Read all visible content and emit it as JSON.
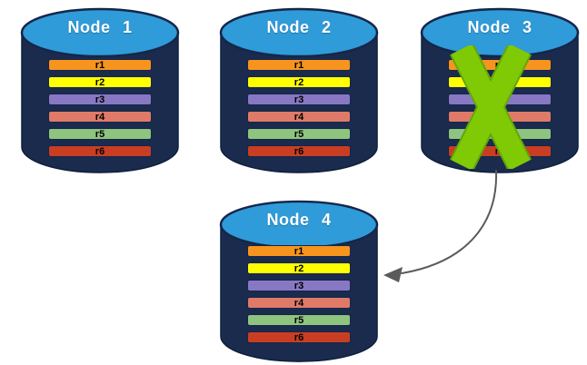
{
  "diagram": {
    "description": "Database replication diagram: Node 3 fails and its data is replicated to new Node 4",
    "nodes": [
      {
        "name": "Node 1",
        "status": "ok",
        "rows": [
          {
            "label": "r1",
            "color": "#F7941D"
          },
          {
            "label": "r2",
            "color": "#FFFF00"
          },
          {
            "label": "r3",
            "color": "#8878C3"
          },
          {
            "label": "r4",
            "color": "#E07A68"
          },
          {
            "label": "r5",
            "color": "#8EC47E"
          },
          {
            "label": "r6",
            "color": "#C93E23"
          }
        ]
      },
      {
        "name": "Node 2",
        "status": "ok",
        "rows": [
          {
            "label": "r1",
            "color": "#F7941D"
          },
          {
            "label": "r2",
            "color": "#FFFF00"
          },
          {
            "label": "r3",
            "color": "#8878C3"
          },
          {
            "label": "r4",
            "color": "#E07A68"
          },
          {
            "label": "r5",
            "color": "#8EC47E"
          },
          {
            "label": "r6",
            "color": "#C93E23"
          }
        ]
      },
      {
        "name": "Node 3",
        "status": "failed",
        "rows": [
          {
            "label": "r1",
            "color": "#F7941D"
          },
          {
            "label": "r2",
            "color": "#FFFF00"
          },
          {
            "label": "r3",
            "color": "#8878C3"
          },
          {
            "label": "r4",
            "color": "#E07A68"
          },
          {
            "label": "r5",
            "color": "#8EC47E"
          },
          {
            "label": "r6",
            "color": "#C93E23"
          }
        ]
      },
      {
        "name": "Node 4",
        "status": "ok",
        "rows": [
          {
            "label": "r1",
            "color": "#F7941D"
          },
          {
            "label": "r2",
            "color": "#FFFF00"
          },
          {
            "label": "r3",
            "color": "#8878C3"
          },
          {
            "label": "r4",
            "color": "#E07A68"
          },
          {
            "label": "r5",
            "color": "#8EC47E"
          },
          {
            "label": "r6",
            "color": "#C93E23"
          }
        ]
      }
    ],
    "failure_mark": {
      "shape": "x-cross",
      "color": "#7FCA05",
      "edge_color": "#63A50B",
      "on_node": "Node 3"
    },
    "arrow": {
      "from": "Node 3",
      "to": "Node 4",
      "style": "curved",
      "color": "#5A5A5A"
    },
    "palette": {
      "cylinder_body": "#1A2B4E",
      "cylinder_top": "#2F9BD8",
      "cylinder_outline": "#15264A",
      "title_text": "#FFFFFF",
      "row_text": "#000000",
      "background": "#FFFFFF"
    }
  }
}
